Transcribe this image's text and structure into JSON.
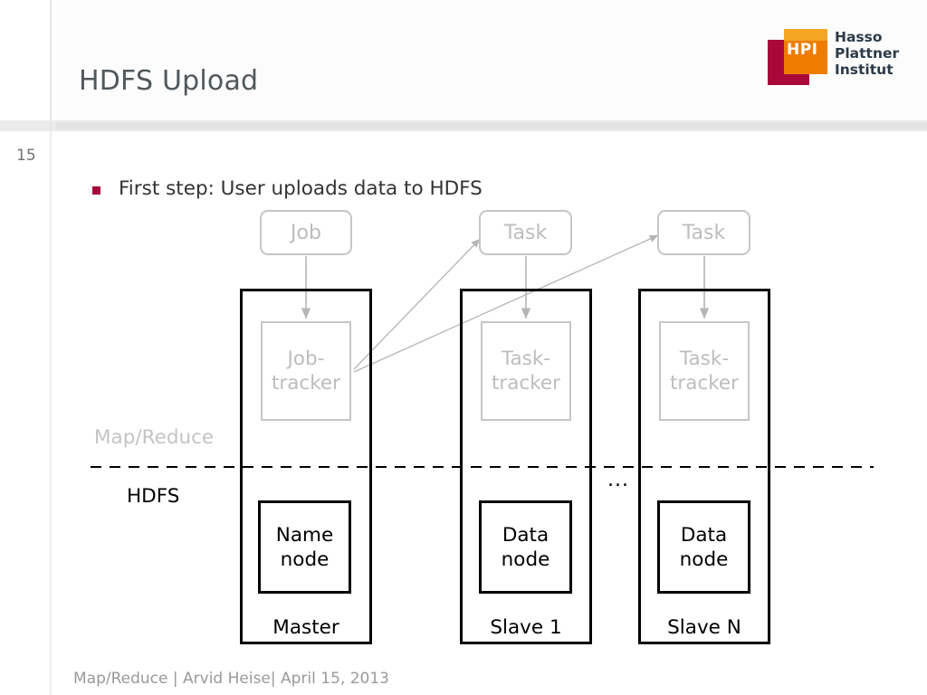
{
  "slide": {
    "title": "HDFS Upload",
    "page_number": "15",
    "footer": "Map/Reduce | Arvid Heise| April 15, 2013"
  },
  "logo": {
    "mark_text": "HPI",
    "line1": "Hasso",
    "line2": "Plattner",
    "line3": "Institut",
    "color_red": "#a8093a",
    "color_orange": "#ef7c00",
    "color_text": "#2d3b48"
  },
  "bullet": {
    "marker_color": "#a8093a",
    "text": "First step: User uploads data to HDFS"
  },
  "diagram": {
    "layers": {
      "mapreduce_label": "Map/Reduce",
      "hdfs_label": "HDFS",
      "ellipsis": "..."
    },
    "top_boxes": [
      {
        "label": "Job"
      },
      {
        "label": "Task"
      },
      {
        "label": "Task"
      }
    ],
    "columns": [
      {
        "caption": "Master",
        "tracker_line1": "Job-",
        "tracker_line2": "tracker",
        "node_line1": "Name",
        "node_line2": "node"
      },
      {
        "caption": "Slave 1",
        "tracker_line1": "Task-",
        "tracker_line2": "tracker",
        "node_line1": "Data",
        "node_line2": "node"
      },
      {
        "caption": "Slave N",
        "tracker_line1": "Task-",
        "tracker_line2": "tracker",
        "node_line1": "Data",
        "node_line2": "node"
      }
    ]
  }
}
